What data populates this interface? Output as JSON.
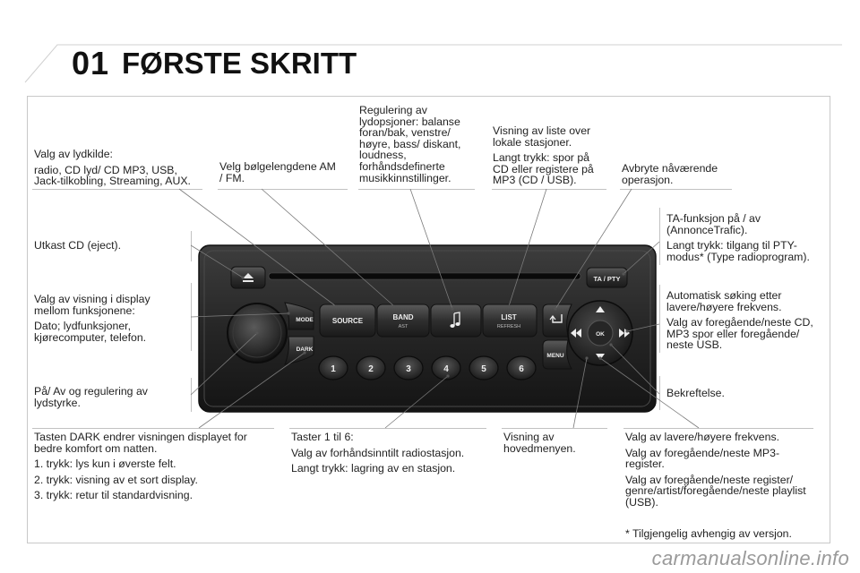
{
  "header": {
    "chapter": "01",
    "title": "FØRSTE SKRITT"
  },
  "annotations": {
    "source": [
      "Valg av lydkilde:",
      "radio, CD lyd/ CD MP3, USB, Jack-tilkobling, Streaming, AUX."
    ],
    "band": [
      "Velg bølgelengdene AM / FM."
    ],
    "audio": [
      "Regulering av lydopsjoner: balanse foran/bak, venstre/ høyre, bass/ diskant, loudness, forhåndsdefinerte musikkinnstillinger."
    ],
    "list": [
      "Visning av liste over lokale stasjoner.",
      "Langt trykk: spor på CD eller registere på MP3 (CD / USB)."
    ],
    "back": [
      "Avbryte nåværende operasjon."
    ],
    "ta": [
      "TA-funksjon på / av (AnnonceTrafic).",
      "Langt trykk: tilgang til PTY-modus* (Type radioprogram)."
    ],
    "eject": [
      "Utkast CD (eject)."
    ],
    "mode": [
      "Valg av visning i display mellom funksjonene:",
      "Dato; lydfunksjoner, kjørecomputer, telefon."
    ],
    "auto_search": [
      "Automatisk søking etter lavere/høyere frekvens.",
      "Valg av foregående/neste CD, MP3 spor eller foregående/ neste USB."
    ],
    "power": [
      "På/ Av og regulering av lydstyrke."
    ],
    "ok": [
      "Bekreftelse."
    ],
    "dark": [
      "Tasten DARK endrer visningen displayet for bedre komfort om natten.",
      "1. trykk: lys kun i øverste felt.",
      "2. trykk: visning av et sort display.",
      "3. trykk: retur til standardvisning."
    ],
    "presets": [
      "Taster 1 til 6:",
      "Valg av forhåndsinntilt radiostasjon.",
      "Langt trykk: lagring av en stasjon."
    ],
    "menu": [
      "Visning av hovedmenyen."
    ],
    "updown": [
      "Valg av lavere/høyere frekvens.",
      "Valg av foregående/neste MP3-register.",
      "Valg av foregående/neste register/ genre/artist/foregående/neste playlist (USB)."
    ]
  },
  "footnote": "* Tilgjengelig avhengig av versjon.",
  "watermark": "carmanualsonline.info",
  "radio": {
    "buttons": {
      "source": "SOURCE",
      "band": "BAND",
      "band_sub": "AST",
      "list": "LIST",
      "list_sub": "REFRESH",
      "ta_pty": "TA / PTY",
      "mode": "MODE",
      "dark": "DARK",
      "menu": "MENU",
      "ok": "OK"
    },
    "presets": [
      "1",
      "2",
      "3",
      "4",
      "5",
      "6"
    ],
    "icons": [
      "eject-icon",
      "music-note-icon",
      "back-arrow-icon",
      "rewind-icon",
      "fast-forward-icon",
      "up-triangle-icon",
      "down-triangle-icon"
    ]
  }
}
